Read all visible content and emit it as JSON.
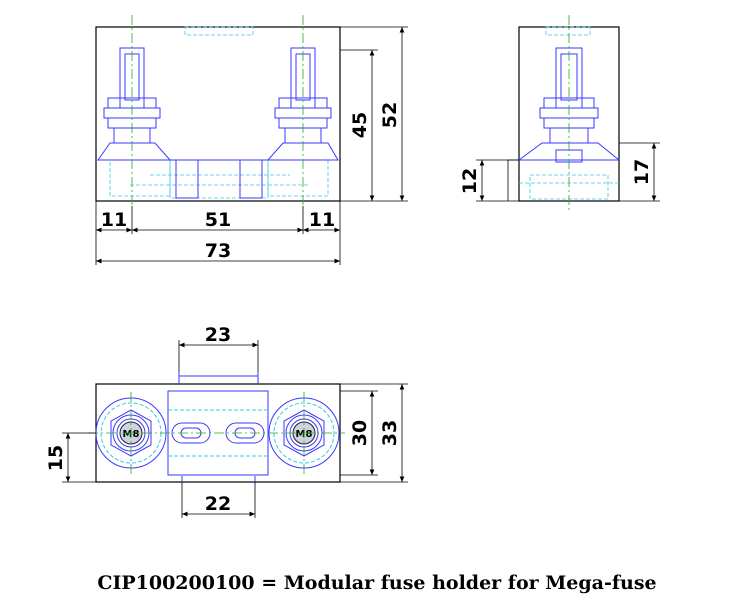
{
  "front_view": {
    "dims": {
      "left_margin": "11",
      "center_span": "51",
      "right_margin": "11",
      "total_width": "73",
      "height_body": "45",
      "height_total": "52"
    }
  },
  "side_view": {
    "dims": {
      "base_height": "12",
      "body_height": "17"
    }
  },
  "top_view": {
    "dims": {
      "top_width": "23",
      "bottom_width": "22",
      "offset": "15",
      "inner_height": "30",
      "outer_height": "33"
    },
    "stud_labels": [
      "M8",
      "M8"
    ]
  },
  "caption": "CIP100200100 = Modular fuse holder for Mega-fuse",
  "colors": {
    "outline": "#000000",
    "part": "#3a3aff",
    "hidden": "#37c8e6",
    "centerline": "#22aa22"
  }
}
